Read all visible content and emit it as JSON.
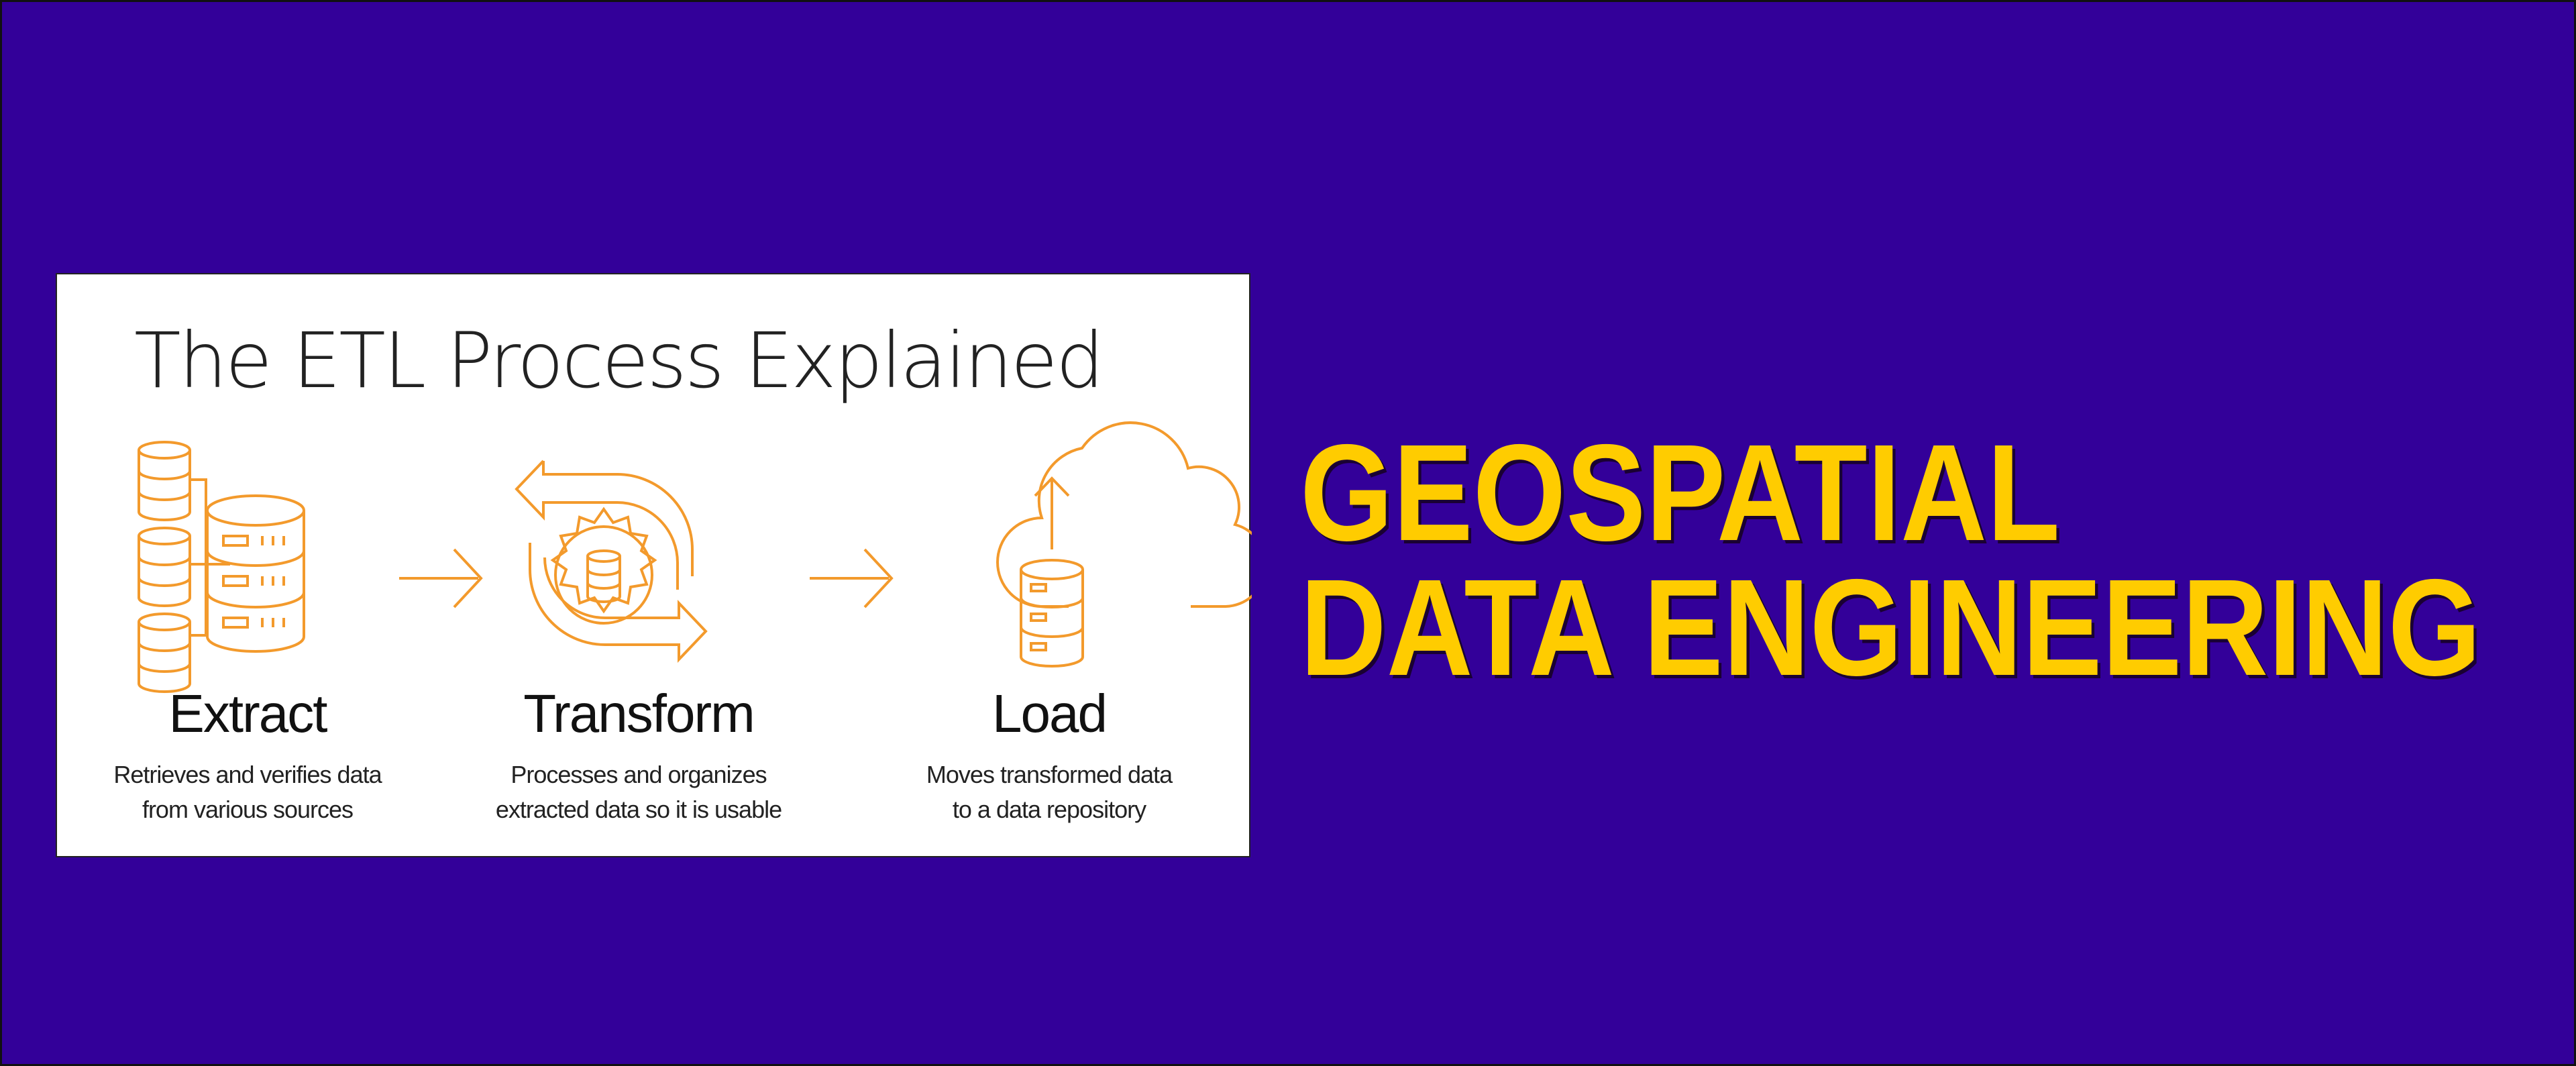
{
  "colors": {
    "background": "#330099",
    "headline": "#FFCC00",
    "icon": "#F39A2C",
    "card": "#FFFFFF"
  },
  "card": {
    "title": "The ETL Process Explained",
    "steps": [
      {
        "name": "Extract",
        "desc_lines": [
          "Retrieves and verifies data",
          "from various sources"
        ],
        "icon": "database-cluster-icon"
      },
      {
        "name": "Transform",
        "desc_lines": [
          "Processes and organizes",
          "extracted data so it is usable"
        ],
        "icon": "gear-cycle-icon"
      },
      {
        "name": "Load",
        "desc_lines": [
          "Moves transformed data",
          "to a data repository"
        ],
        "icon": "cloud-upload-icon"
      }
    ]
  },
  "headline": {
    "line1": "GEOSPATIAL",
    "line2": "DATA ENGINEERING"
  }
}
